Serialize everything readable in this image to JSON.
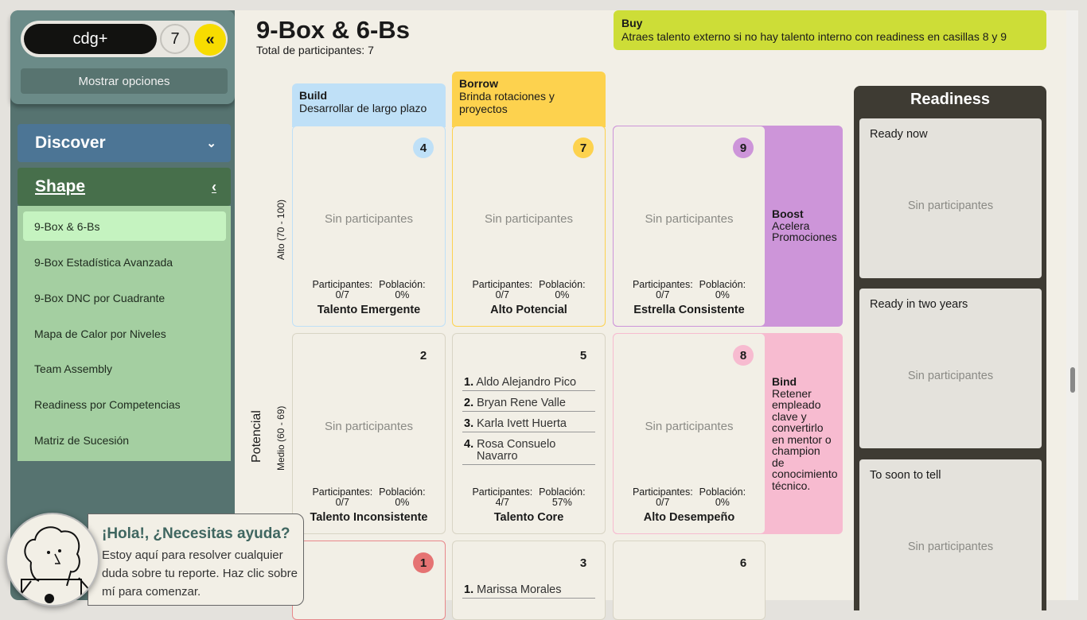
{
  "sidebar": {
    "logo": "cdg+",
    "count": "7",
    "options_label": "Mostrar opciones",
    "sections": [
      {
        "label": "Discover"
      },
      {
        "label": "Shape"
      }
    ],
    "items": [
      "9-Box & 6-Bs",
      "9-Box Estadística Avanzada",
      "9-Box DNC por Cuadrante",
      "Mapa de Calor por Niveles",
      "Team Assembly",
      "Readiness por Competencias",
      "Matriz de Sucesión"
    ]
  },
  "header": {
    "title": "9-Box & 6-Bs",
    "total": "Total de participantes: 7"
  },
  "buy": {
    "title": "Buy",
    "text": "Atraes talento externo si no hay talento interno con readiness en casillas 8 y 9"
  },
  "columns": [
    {
      "title": "Build",
      "text": "Desarrollar de largo plazo"
    },
    {
      "title": "Borrow",
      "text": "Brinda rotaciones y proyectos"
    }
  ],
  "side_labels": [
    {
      "title": "Boost",
      "text": "Acelera Promociones"
    },
    {
      "title": "Bind",
      "text": "Retener empleado clave y convertirlo en mentor o champion de conocimiento técnico."
    }
  ],
  "axis": {
    "potencial": "Potencial",
    "alto": "Alto (70 - 100)",
    "medio": "Medio (60 - 69)"
  },
  "labels": {
    "participantes": "Participantes:",
    "poblacion": "Población:",
    "empty": "Sin participantes"
  },
  "cells": [
    {
      "num": "4",
      "name": "Talento Emergente",
      "part": "0/7",
      "pob": "0%"
    },
    {
      "num": "7",
      "name": "Alto Potencial",
      "part": "0/7",
      "pob": "0%"
    },
    {
      "num": "9",
      "name": "Estrella Consistente",
      "part": "0/7",
      "pob": "0%"
    },
    {
      "num": "2",
      "name": "Talento Inconsistente",
      "part": "0/7",
      "pob": "0%"
    },
    {
      "num": "5",
      "name": "Talento Core",
      "part": "4/7",
      "pob": "57%",
      "people": [
        "Aldo Alejandro Pico",
        "Bryan Rene Valle",
        "Karla Ivett Huerta",
        "Rosa Consuelo Navarro"
      ]
    },
    {
      "num": "8",
      "name": "Alto Desempeño",
      "part": "0/7",
      "pob": "0%"
    },
    {
      "num": "1"
    },
    {
      "num": "3",
      "people": [
        "Marissa Morales"
      ]
    },
    {
      "num": "6"
    }
  ],
  "readiness": {
    "title": "Readiness",
    "boxes": [
      "Ready now",
      "Ready in two years",
      "To soon to tell"
    ]
  },
  "help": {
    "title": "¡Hola!, ¿Necesitas ayuda?",
    "text": "Estoy aquí para resolver cualquier duda sobre tu reporte. Haz clic sobre mí para comenzar."
  }
}
